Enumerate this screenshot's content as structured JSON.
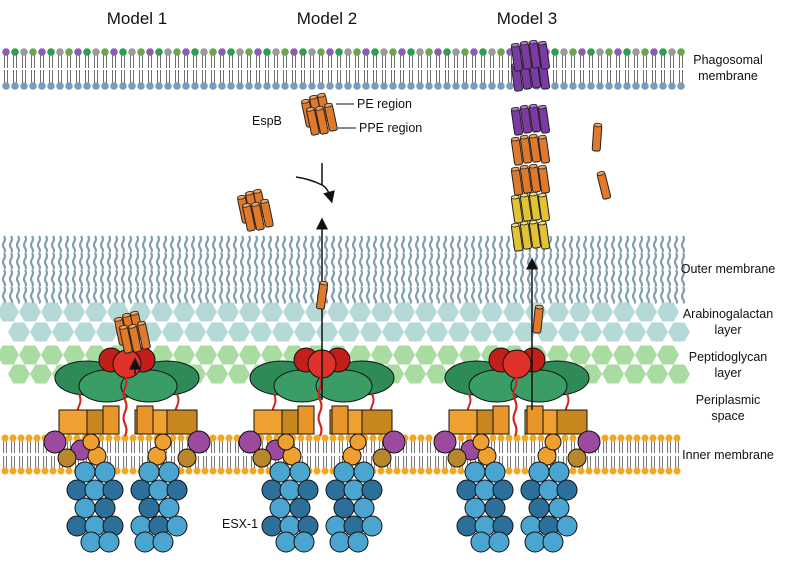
{
  "models": [
    {
      "title": "Model 1"
    },
    {
      "title": "Model 2"
    },
    {
      "title": "Model 3"
    }
  ],
  "layers": {
    "phagosomal": [
      "Phagosomal",
      "membrane"
    ],
    "outer": "Outer membrane",
    "arabinogalactan": [
      "Arabinogalactan",
      "layer"
    ],
    "peptidoglycan": [
      "Peptidoglycan",
      "layer"
    ],
    "periplasmic": [
      "Periplasmic",
      "space"
    ],
    "inner": "Inner membrane"
  },
  "annotations": {
    "espb": "EspB",
    "pe_region": "PE region",
    "ppe_region": "PPE region",
    "esx1": "ESX-1"
  },
  "colors": {
    "membrane_head_outer": "#f4a623",
    "membrane_head_phago_top": [
      "#8e5cb5",
      "#2e9e4f",
      "#9b9b9b",
      "#6aa84f"
    ],
    "membrane_head_phago_bottom": "#7a9cb8",
    "outer_membrane": "#7f9fb0",
    "arabinogalactan": "#a9d3cf",
    "peptidoglycan": "#a8dca0",
    "espb_orange": "#e07a2a",
    "espb_purple": "#7b3aa6",
    "espb_yellow": "#e3c234",
    "esx_green": "#2e8b57",
    "esx_red": "#e0312a",
    "esx_orange": "#f0a030",
    "esx_blue": "#4aa6d0",
    "esx_darkblue": "#2c6f9a",
    "esx_purple": "#9b4a9e",
    "esx_gold": "#b8862b"
  }
}
